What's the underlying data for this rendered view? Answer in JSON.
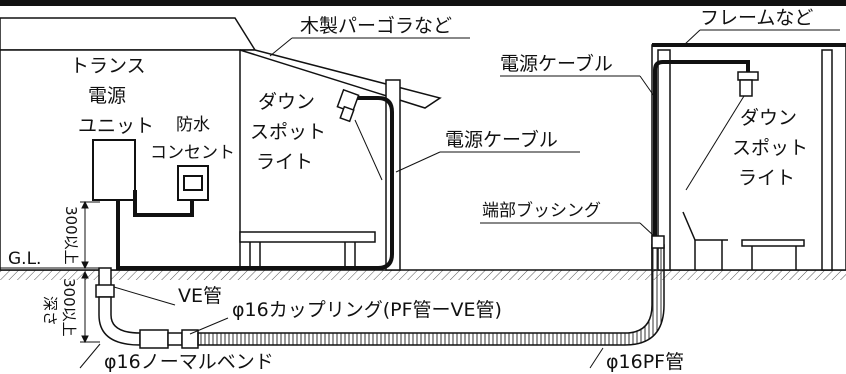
{
  "labels": {
    "pergola": "木製パーゴラなど",
    "frame": "フレームなど",
    "transformer_1": "トランス",
    "transformer_2": "電源",
    "transformer_3": "ユニット",
    "outlet_1": "防水",
    "outlet_2": "コンセント",
    "downspot_left_1": "ダウン",
    "downspot_left_2": "スポット",
    "downspot_left_3": "ライト",
    "cable_left": "電源ケーブル",
    "cable_right": "電源ケーブル",
    "downspot_right_1": "ダウン",
    "downspot_right_2": "スポット",
    "downspot_right_3": "ライト",
    "bushing": "端部ブッシング",
    "gl": "G.L.",
    "height_above": "300以上",
    "depth_prefix": "深さ",
    "depth_value": "300以上",
    "ve_pipe": "VE管",
    "coupling": "φ16カップリング(PF管ーVE管)",
    "normal_bend": "φ16ノーマルベンド",
    "pf_pipe": "φ16PF管"
  }
}
